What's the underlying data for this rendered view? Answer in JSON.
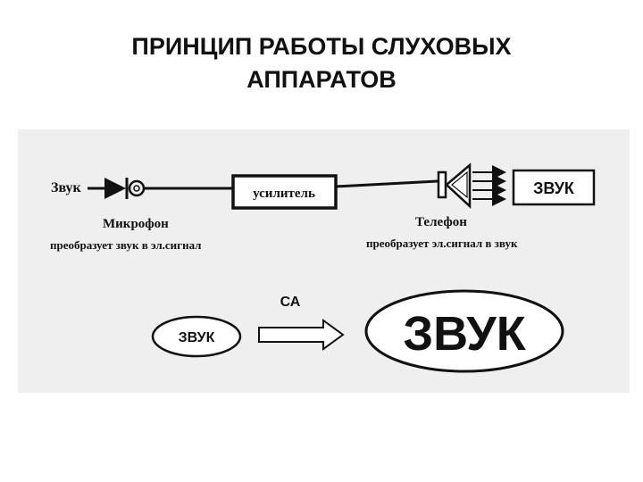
{
  "title": {
    "line1": "ПРИНЦИП РАБОТЫ СЛУХОВЫХ",
    "line2": "АППАРАТОВ"
  },
  "diagram": {
    "input_label": "Звук",
    "microphone_label": "Микрофон",
    "microphone_desc": "преобразует звук в эл.сигнал",
    "amplifier_label": "усилитель",
    "telephone_label": "Телефон",
    "telephone_desc": "преобразует эл.сигнал в звук",
    "output_label": "ЗВУК",
    "hearing_aid_label": "СА",
    "small_sound_label": "ЗВУК",
    "large_sound_label": "ЗВУК"
  },
  "colors": {
    "ink": "#111111",
    "scan_background": "#efefef"
  }
}
